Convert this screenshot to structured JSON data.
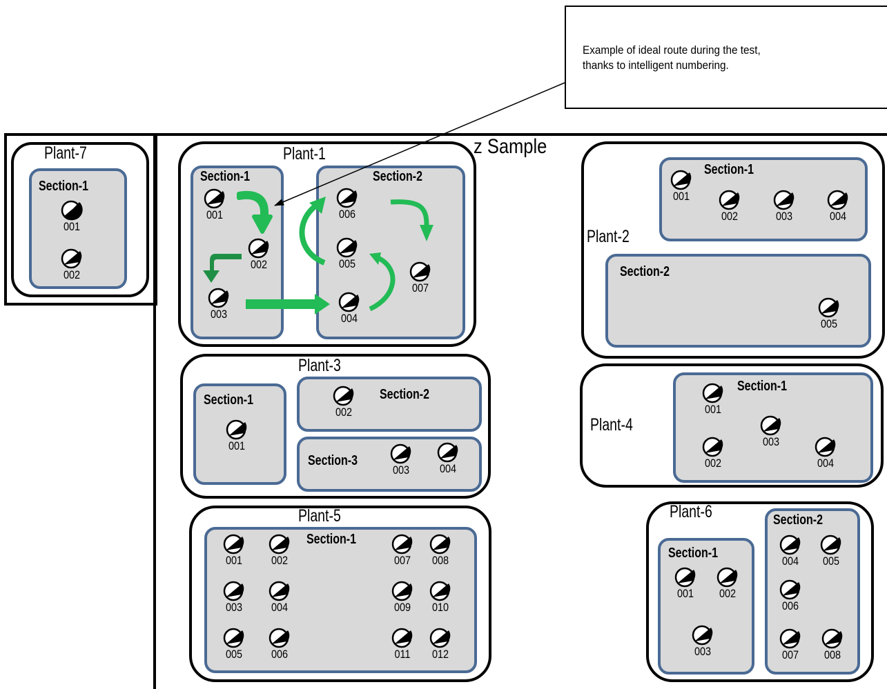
{
  "callout": {
    "line1": "Example of ideal route during the test,",
    "line2": "thanks to intelligent numbering."
  },
  "sample": {
    "title": "z Sample"
  },
  "plants": {
    "plant7": {
      "title": "Plant-7",
      "s1": "Section-1",
      "n1": "001",
      "n2": "002"
    },
    "plant1": {
      "title": "Plant-1",
      "s1": "Section-1",
      "s2": "Section-2",
      "n1": "001",
      "n2": "002",
      "n3": "003",
      "n4": "004",
      "n5": "005",
      "n6": "006",
      "n7": "007"
    },
    "plant2": {
      "title": "Plant-2",
      "s1": "Section-1",
      "s2": "Section-2",
      "n1": "001",
      "n2": "002",
      "n3": "003",
      "n4": "004",
      "n5": "005"
    },
    "plant3": {
      "title": "Plant-3",
      "s1": "Section-1",
      "s2": "Section-2",
      "s3": "Section-3",
      "n1": "001",
      "n2": "002",
      "n3": "003",
      "n4": "004"
    },
    "plant4": {
      "title": "Plant-4",
      "s1": "Section-1",
      "n1": "001",
      "n2": "002",
      "n3": "003",
      "n4": "004"
    },
    "plant5": {
      "title": "Plant-5",
      "s1": "Section-1",
      "n1": "001",
      "n2": "002",
      "n3": "003",
      "n4": "004",
      "n5": "005",
      "n6": "006",
      "n7": "007",
      "n8": "008",
      "n9": "009",
      "n10": "010",
      "n11": "011",
      "n12": "012"
    },
    "plant6": {
      "title": "Plant-6",
      "s1": "Section-1",
      "s2": "Section-2",
      "n1": "001",
      "n2": "002",
      "n3": "003",
      "n4": "004",
      "n5": "005",
      "n6": "006",
      "n7": "007",
      "n8": "008"
    }
  },
  "colors": {
    "route_arrow": "#22bb55",
    "route_arrow_dark": "#1f8f45",
    "section_border": "#4a6a94",
    "section_fill": "#d9d9d9"
  },
  "icons": {
    "measurement_point": "half-filled-circle-with-pointer"
  }
}
